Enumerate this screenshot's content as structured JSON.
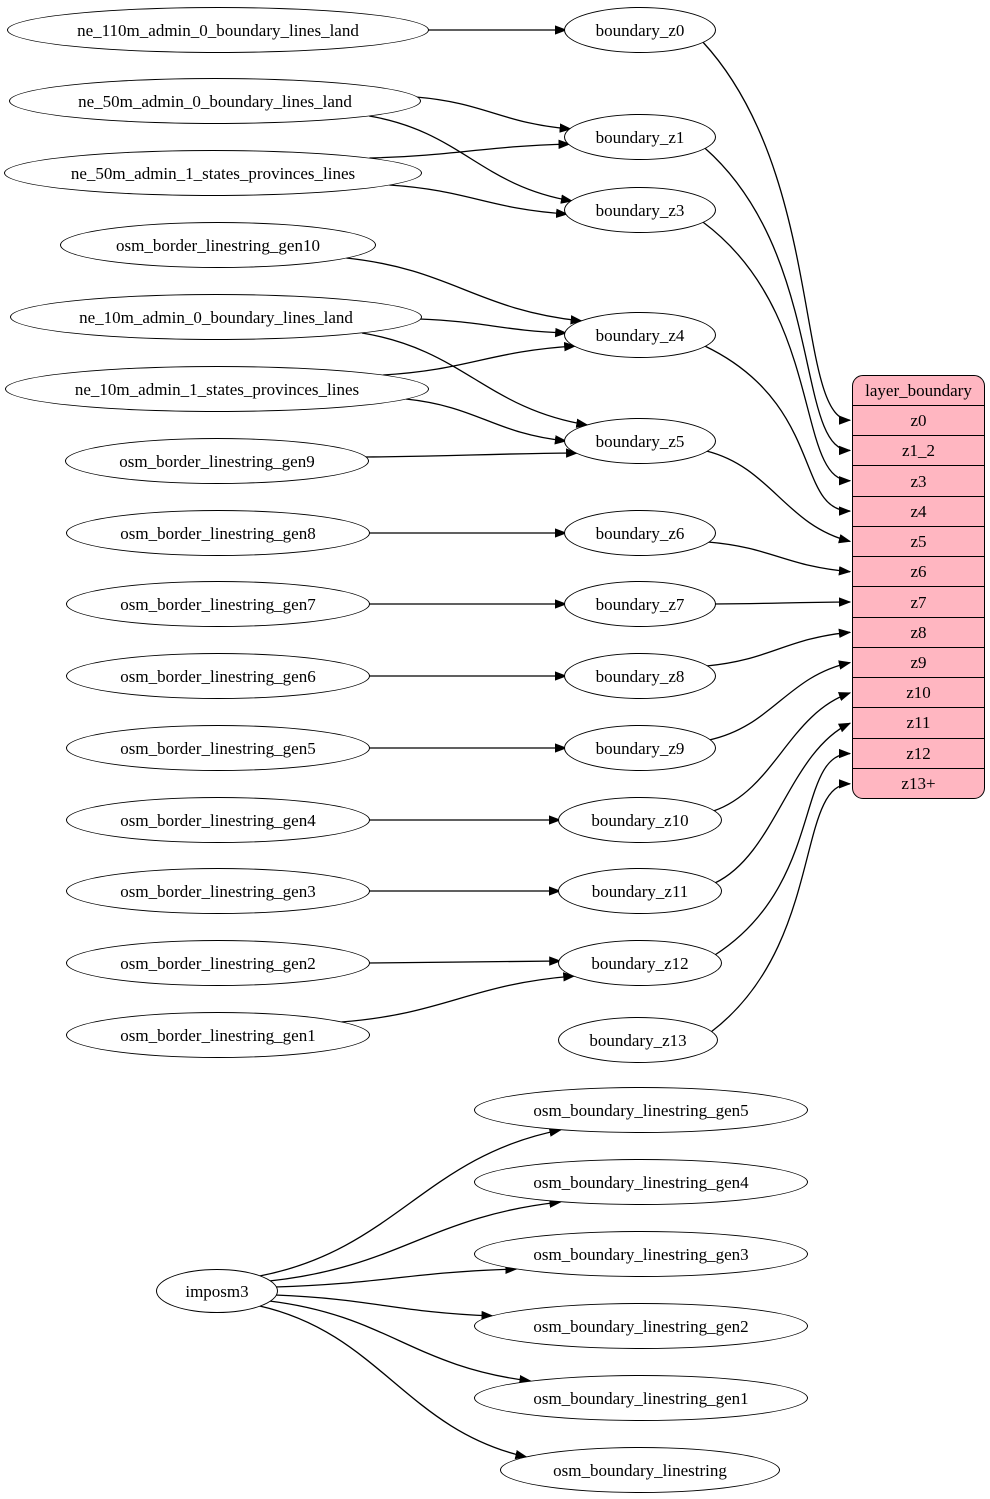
{
  "diagram": {
    "type": "directed-graph",
    "background_color": "#ffffff",
    "edge_color": "#000000",
    "node_border_color": "#000000",
    "node_fill_color": "#ffffff",
    "nodes": [
      {
        "id": "ne_110m_admin_0_boundary_lines_land",
        "label": "ne_110m_admin_0_boundary_lines_land",
        "group": "source"
      },
      {
        "id": "ne_50m_admin_0_boundary_lines_land",
        "label": "ne_50m_admin_0_boundary_lines_land",
        "group": "source"
      },
      {
        "id": "ne_50m_admin_1_states_provinces_lines",
        "label": "ne_50m_admin_1_states_provinces_lines",
        "group": "source"
      },
      {
        "id": "osm_border_linestring_gen10",
        "label": "osm_border_linestring_gen10",
        "group": "source"
      },
      {
        "id": "ne_10m_admin_0_boundary_lines_land",
        "label": "ne_10m_admin_0_boundary_lines_land",
        "group": "source"
      },
      {
        "id": "ne_10m_admin_1_states_provinces_lines",
        "label": "ne_10m_admin_1_states_provinces_lines",
        "group": "source"
      },
      {
        "id": "osm_border_linestring_gen9",
        "label": "osm_border_linestring_gen9",
        "group": "source"
      },
      {
        "id": "osm_border_linestring_gen8",
        "label": "osm_border_linestring_gen8",
        "group": "source"
      },
      {
        "id": "osm_border_linestring_gen7",
        "label": "osm_border_linestring_gen7",
        "group": "source"
      },
      {
        "id": "osm_border_linestring_gen6",
        "label": "osm_border_linestring_gen6",
        "group": "source"
      },
      {
        "id": "osm_border_linestring_gen5",
        "label": "osm_border_linestring_gen5",
        "group": "source"
      },
      {
        "id": "osm_border_linestring_gen4",
        "label": "osm_border_linestring_gen4",
        "group": "source"
      },
      {
        "id": "osm_border_linestring_gen3",
        "label": "osm_border_linestring_gen3",
        "group": "source"
      },
      {
        "id": "osm_border_linestring_gen2",
        "label": "osm_border_linestring_gen2",
        "group": "source"
      },
      {
        "id": "osm_border_linestring_gen1",
        "label": "osm_border_linestring_gen1",
        "group": "source"
      },
      {
        "id": "boundary_z0",
        "label": "boundary_z0",
        "group": "transform"
      },
      {
        "id": "boundary_z1",
        "label": "boundary_z1",
        "group": "transform"
      },
      {
        "id": "boundary_z3",
        "label": "boundary_z3",
        "group": "transform"
      },
      {
        "id": "boundary_z4",
        "label": "boundary_z4",
        "group": "transform"
      },
      {
        "id": "boundary_z5",
        "label": "boundary_z5",
        "group": "transform"
      },
      {
        "id": "boundary_z6",
        "label": "boundary_z6",
        "group": "transform"
      },
      {
        "id": "boundary_z7",
        "label": "boundary_z7",
        "group": "transform"
      },
      {
        "id": "boundary_z8",
        "label": "boundary_z8",
        "group": "transform"
      },
      {
        "id": "boundary_z9",
        "label": "boundary_z9",
        "group": "transform"
      },
      {
        "id": "boundary_z10",
        "label": "boundary_z10",
        "group": "transform"
      },
      {
        "id": "boundary_z11",
        "label": "boundary_z11",
        "group": "transform"
      },
      {
        "id": "boundary_z12",
        "label": "boundary_z12",
        "group": "transform"
      },
      {
        "id": "boundary_z13",
        "label": "boundary_z13",
        "group": "transform"
      },
      {
        "id": "imposm3",
        "label": "imposm3",
        "group": "importer"
      },
      {
        "id": "osm_boundary_linestring_gen5",
        "label": "osm_boundary_linestring_gen5",
        "group": "import-table"
      },
      {
        "id": "osm_boundary_linestring_gen4",
        "label": "osm_boundary_linestring_gen4",
        "group": "import-table"
      },
      {
        "id": "osm_boundary_linestring_gen3",
        "label": "osm_boundary_linestring_gen3",
        "group": "import-table"
      },
      {
        "id": "osm_boundary_linestring_gen2",
        "label": "osm_boundary_linestring_gen2",
        "group": "import-table"
      },
      {
        "id": "osm_boundary_linestring_gen1",
        "label": "osm_boundary_linestring_gen1",
        "group": "import-table"
      },
      {
        "id": "osm_boundary_linestring",
        "label": "osm_boundary_linestring",
        "group": "import-table"
      }
    ],
    "record": {
      "id": "layer_boundary",
      "title": "layer_boundary",
      "fill": "#ffb6c1",
      "rows": [
        "z0",
        "z1_2",
        "z3",
        "z4",
        "z5",
        "z6",
        "z7",
        "z8",
        "z9",
        "z10",
        "z11",
        "z12",
        "z13+"
      ]
    },
    "edges": [
      [
        "ne_110m_admin_0_boundary_lines_land",
        "boundary_z0"
      ],
      [
        "ne_50m_admin_0_boundary_lines_land",
        "boundary_z1"
      ],
      [
        "ne_50m_admin_0_boundary_lines_land",
        "boundary_z3"
      ],
      [
        "ne_50m_admin_1_states_provinces_lines",
        "boundary_z1"
      ],
      [
        "ne_50m_admin_1_states_provinces_lines",
        "boundary_z3"
      ],
      [
        "osm_border_linestring_gen10",
        "boundary_z4"
      ],
      [
        "ne_10m_admin_0_boundary_lines_land",
        "boundary_z4"
      ],
      [
        "ne_10m_admin_0_boundary_lines_land",
        "boundary_z5"
      ],
      [
        "ne_10m_admin_1_states_provinces_lines",
        "boundary_z4"
      ],
      [
        "ne_10m_admin_1_states_provinces_lines",
        "boundary_z5"
      ],
      [
        "osm_border_linestring_gen9",
        "boundary_z5"
      ],
      [
        "osm_border_linestring_gen8",
        "boundary_z6"
      ],
      [
        "osm_border_linestring_gen7",
        "boundary_z7"
      ],
      [
        "osm_border_linestring_gen6",
        "boundary_z8"
      ],
      [
        "osm_border_linestring_gen5",
        "boundary_z9"
      ],
      [
        "osm_border_linestring_gen4",
        "boundary_z10"
      ],
      [
        "osm_border_linestring_gen3",
        "boundary_z11"
      ],
      [
        "osm_border_linestring_gen2",
        "boundary_z12"
      ],
      [
        "osm_border_linestring_gen1",
        "boundary_z12"
      ],
      [
        "boundary_z0",
        "layer_boundary:z0"
      ],
      [
        "boundary_z1",
        "layer_boundary:z1_2"
      ],
      [
        "boundary_z3",
        "layer_boundary:z3"
      ],
      [
        "boundary_z4",
        "layer_boundary:z4"
      ],
      [
        "boundary_z5",
        "layer_boundary:z5"
      ],
      [
        "boundary_z6",
        "layer_boundary:z6"
      ],
      [
        "boundary_z7",
        "layer_boundary:z7"
      ],
      [
        "boundary_z8",
        "layer_boundary:z8"
      ],
      [
        "boundary_z9",
        "layer_boundary:z9"
      ],
      [
        "boundary_z10",
        "layer_boundary:z10"
      ],
      [
        "boundary_z11",
        "layer_boundary:z11"
      ],
      [
        "boundary_z12",
        "layer_boundary:z12"
      ],
      [
        "boundary_z13",
        "layer_boundary:z13+"
      ],
      [
        "imposm3",
        "osm_boundary_linestring_gen5"
      ],
      [
        "imposm3",
        "osm_boundary_linestring_gen4"
      ],
      [
        "imposm3",
        "osm_boundary_linestring_gen3"
      ],
      [
        "imposm3",
        "osm_boundary_linestring_gen2"
      ],
      [
        "imposm3",
        "osm_boundary_linestring_gen1"
      ],
      [
        "imposm3",
        "osm_boundary_linestring"
      ]
    ]
  }
}
